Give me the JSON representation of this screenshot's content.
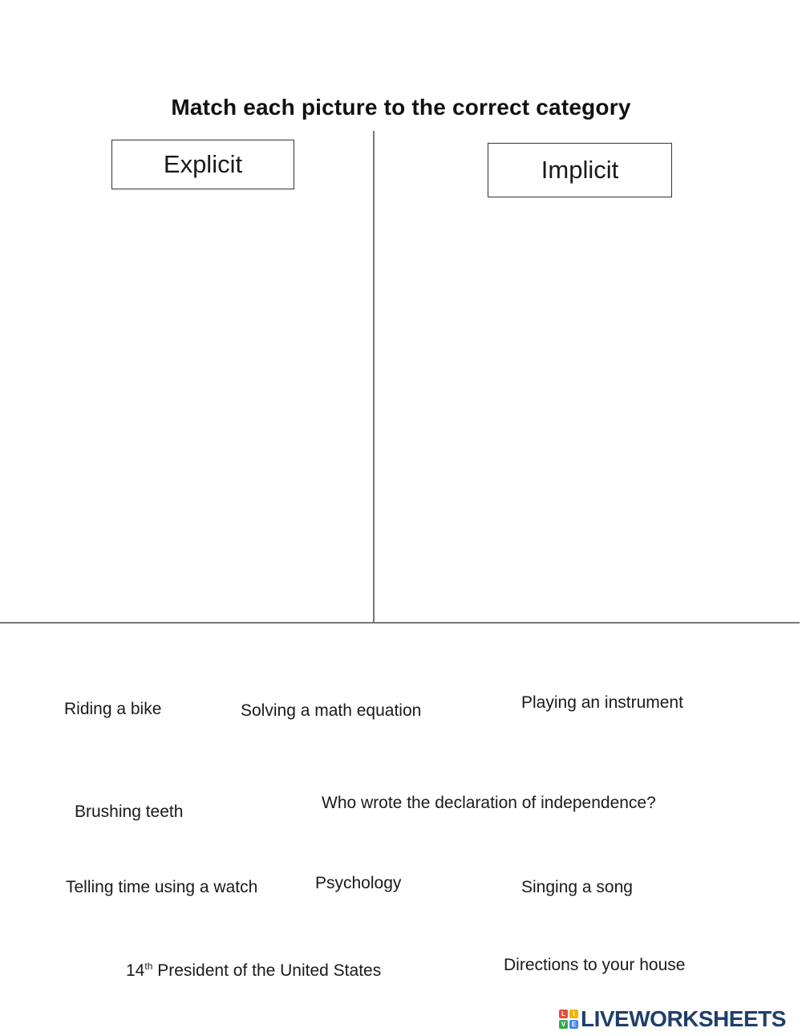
{
  "title": "Match each picture to the correct category",
  "categories": [
    {
      "label": "Explicit"
    },
    {
      "label": "Implicit"
    }
  ],
  "items": {
    "riding_bike": "Riding a bike",
    "math_equation": "Solving a math equation",
    "instrument": "Playing an instrument",
    "brushing_teeth": "Brushing teeth",
    "declaration": "Who wrote the declaration of independence?",
    "telling_time": "Telling time using a watch",
    "psychology": "Psychology",
    "singing": "Singing a song",
    "president_num": "14",
    "president_sup": "th",
    "president_rest": " President of the United States",
    "directions": "Directions to your house"
  },
  "logo": {
    "text": "LIVEWORKSHEETS",
    "mark_letters": [
      "L",
      "I",
      "V",
      "E"
    ],
    "colors": [
      "#e84c3d",
      "#f4b400",
      "#34a853",
      "#4285f4"
    ]
  }
}
